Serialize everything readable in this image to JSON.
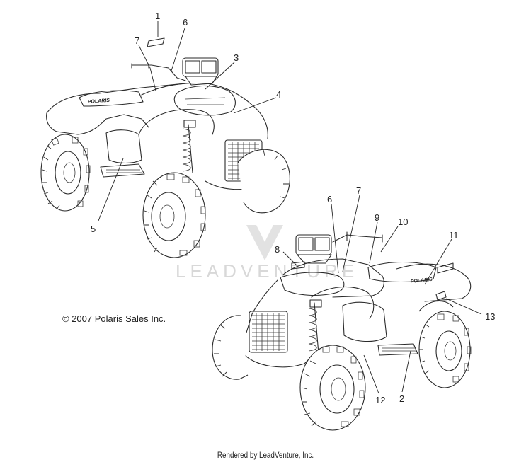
{
  "callouts": {
    "c1": "1",
    "c2": "2",
    "c3": "3",
    "c4": "4",
    "c5": "5",
    "c6a": "6",
    "c7a": "7",
    "c6b": "6",
    "c7b": "7",
    "c8": "8",
    "c9": "9",
    "c10": "10",
    "c11": "11",
    "c12": "12",
    "c13": "13"
  },
  "copyright": "© 2007 Polaris Sales Inc.",
  "footer": "Rendered by LeadVenture, Inc.",
  "decal_text": "POLARIS",
  "watermark": "LEADVENTURE"
}
